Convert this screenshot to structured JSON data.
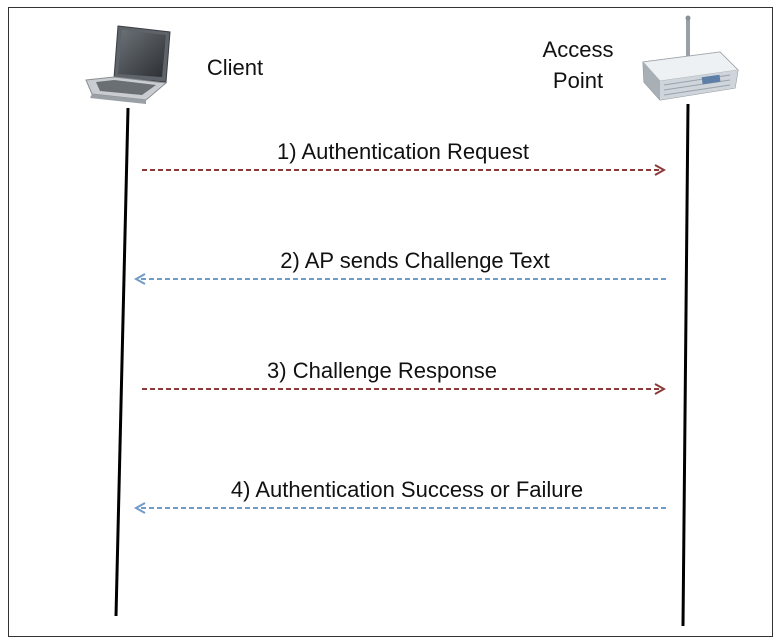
{
  "participants": {
    "client": {
      "label": "Client",
      "icon": "laptop-icon"
    },
    "access_point": {
      "label_line1": "Access",
      "label_line2": "Point",
      "icon": "wireless-router-icon"
    }
  },
  "messages": [
    {
      "label": "1) Authentication Request",
      "direction": "client-to-ap"
    },
    {
      "label": "2) AP sends Challenge Text",
      "direction": "ap-to-client"
    },
    {
      "label": "3) Challenge Response",
      "direction": "client-to-ap"
    },
    {
      "label": "4) Authentication Success or Failure",
      "direction": "ap-to-client"
    }
  ],
  "colors": {
    "client_to_ap": "#8b3a3a",
    "ap_to_client": "#6f9bc9",
    "lifeline": "#000000"
  }
}
